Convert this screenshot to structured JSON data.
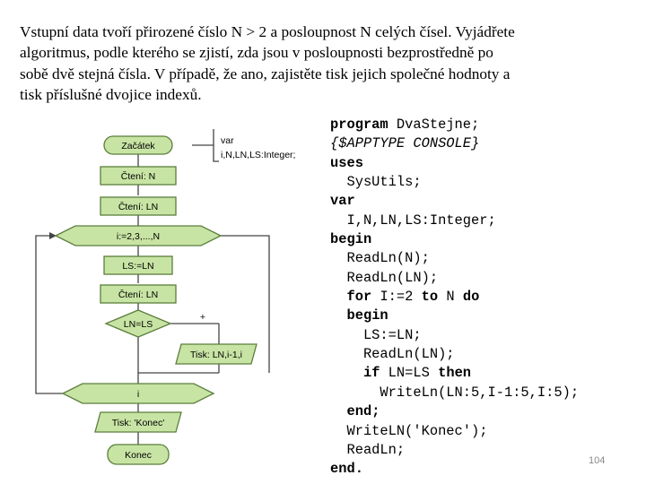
{
  "task": {
    "lines": [
      "Vstupní data tvoří přirozené číslo N > 2 a posloupnost N celých čísel. Vyjádřete",
      "algoritmus, podle kterého se zjistí, zda jsou v posloupnosti bezprostředně po",
      "sobě dvě stejná čísla. V případě, že ano, zajistěte tisk jejich společné hodnoty a",
      "tisk příslušné dvojice indexů."
    ]
  },
  "flowchart": {
    "start": "Začátek",
    "read_n": "Čtení: N",
    "read_ln": "Čtení: LN",
    "loop": "i:=2,3,...,N",
    "assign": "LS:=LN",
    "read_ln2": "Čtení: LN",
    "condition": "LN=LS",
    "cond_mark": "+",
    "print_pair": "Tisk: LN,i-1,i",
    "loop_end": "i",
    "print_end": "Tisk: 'Konec'",
    "end": "Konec",
    "var_keyword": "var",
    "var_list": "i,N,LN,LS:Integer;"
  },
  "code": {
    "lines": [
      [
        {
          "t": "program ",
          "c": "kw"
        },
        {
          "t": "DvaStejne;",
          "c": "tx"
        }
      ],
      [
        {
          "t": "{$APPTYPE CONSOLE}",
          "c": "cm"
        }
      ],
      [
        {
          "t": "uses",
          "c": "kw"
        }
      ],
      [
        {
          "t": "  SysUtils;",
          "c": "tx"
        }
      ],
      [
        {
          "t": "var",
          "c": "kw"
        }
      ],
      [
        {
          "t": "  I,N,LN,LS:Integer;",
          "c": "tx"
        }
      ],
      [
        {
          "t": "begin",
          "c": "kw"
        }
      ],
      [
        {
          "t": "  ReadLn(N);",
          "c": "tx"
        }
      ],
      [
        {
          "t": "  ReadLn(LN);",
          "c": "tx"
        }
      ],
      [
        {
          "t": "  ",
          "c": "tx"
        },
        {
          "t": "for ",
          "c": "kw"
        },
        {
          "t": "I:=2 ",
          "c": "tx"
        },
        {
          "t": "to ",
          "c": "kw"
        },
        {
          "t": "N ",
          "c": "tx"
        },
        {
          "t": "do",
          "c": "kw"
        }
      ],
      [
        {
          "t": "  ",
          "c": "tx"
        },
        {
          "t": "begin",
          "c": "kw"
        }
      ],
      [
        {
          "t": "    LS:=LN;",
          "c": "tx"
        }
      ],
      [
        {
          "t": "    ReadLn(LN);",
          "c": "tx"
        }
      ],
      [
        {
          "t": "    ",
          "c": "tx"
        },
        {
          "t": "if ",
          "c": "kw"
        },
        {
          "t": "LN=LS ",
          "c": "tx"
        },
        {
          "t": "then",
          "c": "kw"
        }
      ],
      [
        {
          "t": "      WriteLn(LN:5,I-1:5,I:5);",
          "c": "tx"
        }
      ],
      [
        {
          "t": "  ",
          "c": "tx"
        },
        {
          "t": "end;",
          "c": "kw"
        }
      ],
      [
        {
          "t": "  WriteLN('Konec');",
          "c": "tx"
        }
      ],
      [
        {
          "t": "  ReadLn;",
          "c": "tx"
        }
      ],
      [
        {
          "t": "end.",
          "c": "kw"
        }
      ]
    ]
  },
  "page_number": "104"
}
